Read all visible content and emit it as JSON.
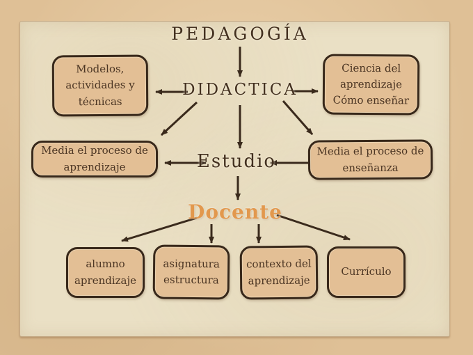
{
  "slide": {
    "title": "PEDAGOGÍA",
    "nodes": {
      "didactica": {
        "label": "DIDACTICA"
      },
      "estudio": {
        "label": "Estudio"
      },
      "docente": {
        "label": "Docente"
      }
    },
    "boxes": {
      "modelos": {
        "lines": [
          "Modelos,",
          "actividades y",
          "técnicas"
        ]
      },
      "ciencia": {
        "lines": [
          "Ciencia del",
          "aprendizaje",
          "Cómo enseñar"
        ]
      },
      "media_aprendizaje": {
        "lines": [
          "Media el proceso de",
          "aprendizaje"
        ]
      },
      "media_ensenanza": {
        "lines": [
          "Media el proceso de",
          "enseñanza"
        ]
      },
      "alumno": {
        "lines": [
          "alumno",
          "aprendizaje"
        ]
      },
      "asignatura": {
        "lines": [
          "asignatura",
          "estructura"
        ]
      },
      "contexto": {
        "lines": [
          "contexto del",
          "aprendizaje"
        ]
      },
      "curriculo": {
        "lines": [
          "Currículo"
        ]
      }
    },
    "colors": {
      "outer_background": "#dfc096",
      "paper": "#eae0c5",
      "box_fill": "#e3bf95",
      "box_border": "#38281a",
      "text": "#4b3523",
      "arrow": "#3a2a1c",
      "docente_accent": "#e2984d"
    }
  }
}
